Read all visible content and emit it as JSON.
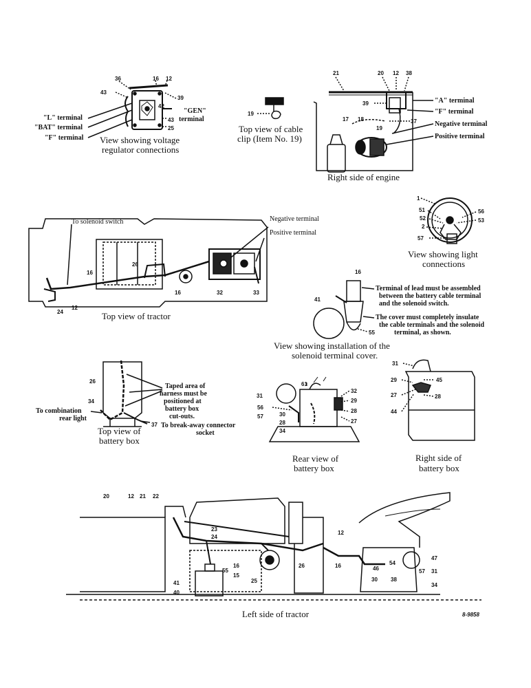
{
  "captions": {
    "regulator": [
      "View showing voltage",
      "regulator connections"
    ],
    "cable_clip": [
      "Top view of cable",
      "clip (Item No. 19)"
    ],
    "right_engine": "Right side of engine",
    "light_conn": [
      "View showing light",
      "connections"
    ],
    "top_tractor": "Top view of tractor",
    "solenoid_cover": [
      "View showing installation of the",
      "solenoid terminal cover."
    ],
    "top_battery": [
      "Top view of",
      "battery box"
    ],
    "rear_battery": [
      "Rear view of",
      "battery box"
    ],
    "right_battery": [
      "Right side of",
      "battery box"
    ],
    "left_tractor": "Left side of tractor"
  },
  "labels": {
    "l_terminal": "\"L\" terminal",
    "bat_terminal": "\"BAT\" terminal",
    "f_terminal": "\"F\" terminal",
    "gen_terminal": [
      "\"GEN\"",
      "terminal"
    ],
    "a_terminal": "\"A\" terminal",
    "f_terminal_engine": "\"F\" terminal",
    "neg_terminal_engine": "Negative terminal",
    "pos_terminal_engine": "Positive terminal",
    "to_solenoid": "To solenoid switch",
    "neg_terminal_top": "Negative terminal",
    "pos_terminal_top": "Positive terminal",
    "terminal_lead_note": [
      "Terminal of lead must be assembled",
      "between the battery cable terminal",
      "and the solenoid switch."
    ],
    "cover_note": [
      "The cover must completely insulate",
      "the cable terminals and the solenoid",
      "terminal, as shown."
    ],
    "taped_note": [
      "Taped area of",
      "harness must be",
      "positioned at",
      "battery box",
      "cut-outs."
    ],
    "to_rear_light": [
      "To combination",
      "rear light"
    ],
    "to_breakaway": [
      "To break-away connector",
      "socket"
    ],
    "figure_ref": "8-9858"
  },
  "numbers": {
    "reg": [
      "36",
      "16",
      "12",
      "43",
      "39",
      "42",
      "43",
      "25"
    ],
    "clip": [
      "19"
    ],
    "engine": [
      "21",
      "20",
      "12",
      "38",
      "39",
      "17",
      "18",
      "19",
      "37"
    ],
    "light": [
      "1",
      "51",
      "52",
      "2",
      "57",
      "56",
      "53"
    ],
    "top": [
      "26",
      "16",
      "16",
      "24",
      "12",
      "32",
      "33"
    ],
    "sol": [
      "16",
      "41",
      "55"
    ],
    "tbb": [
      "26",
      "34",
      "37"
    ],
    "rbb": [
      "61",
      "31",
      "56",
      "57",
      "30",
      "28",
      "34",
      "32",
      "29",
      "28",
      "27"
    ],
    "rsb": [
      "31",
      "29",
      "45",
      "27",
      "28",
      "44"
    ],
    "left": [
      "20",
      "12",
      "21",
      "22",
      "23",
      "24",
      "16",
      "55",
      "15",
      "41",
      "40",
      "25",
      "26",
      "16",
      "12",
      "46",
      "30",
      "54",
      "38",
      "47",
      "57",
      "31",
      "34"
    ]
  }
}
